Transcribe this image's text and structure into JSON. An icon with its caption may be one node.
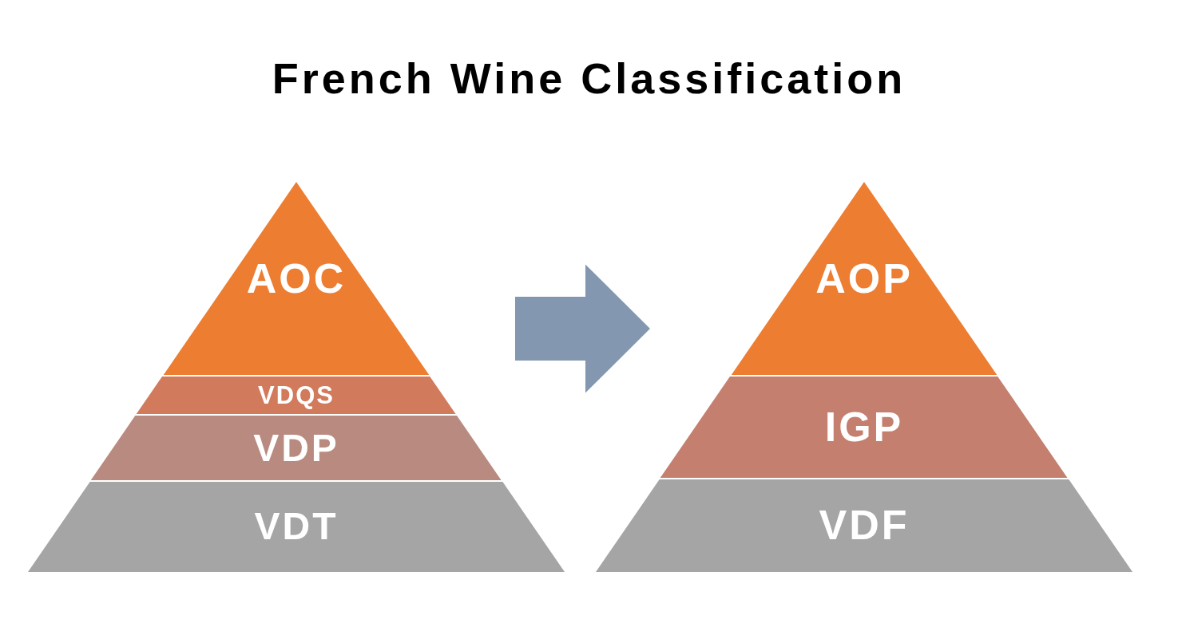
{
  "diagram": {
    "title": "French Wine Classification",
    "nodes": [
      {
        "text": [],
        "shape": "triangle"
      },
      {
        "text": [
          "AOC"
        ],
        "in": 0
      },
      {
        "text": [
          "VDQS"
        ],
        "in": 0
      },
      {
        "text": [
          "VDP"
        ],
        "in": 0
      },
      {
        "text": [
          "VDT"
        ],
        "in": 0
      },
      {
        "text": [],
        "shape": "triangle"
      },
      {
        "text": [
          "AOP"
        ],
        "in": 5
      },
      {
        "text": [
          "IGP"
        ],
        "in": 5
      },
      {
        "text": [
          "VDF"
        ],
        "in": 5
      }
    ],
    "edges": [
      {
        "from": 0,
        "to": 5,
        "arrow": "to",
        "style": "thick",
        "color": "#8497b0"
      }
    ]
  }
}
